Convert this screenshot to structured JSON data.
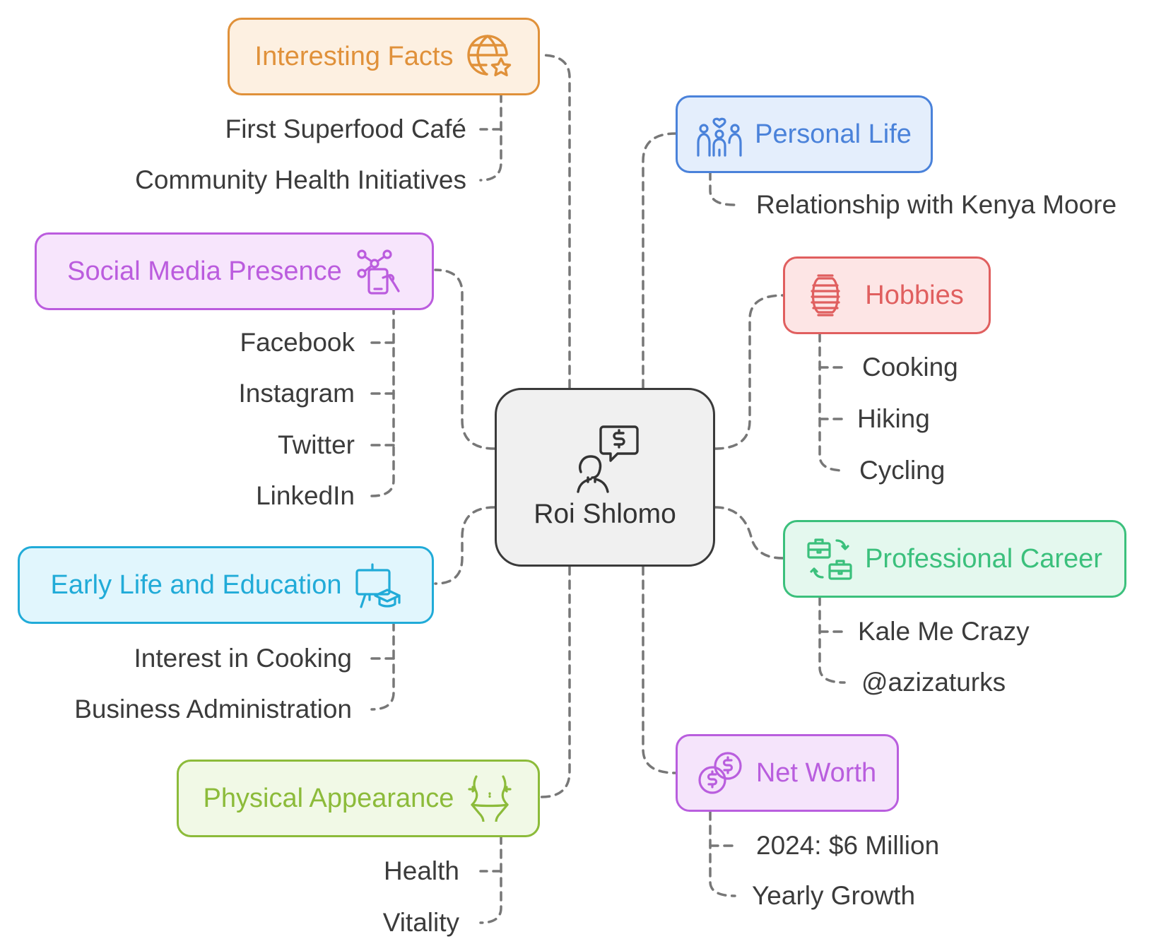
{
  "center": {
    "label": "Roi Shlomo",
    "icon": "person-money-speech-icon"
  },
  "branches": [
    {
      "id": "interesting-facts",
      "label": "Interesting Facts",
      "icon": "globe-star-icon",
      "color": "#e0913a",
      "fill": "#fdf0e1",
      "leaves": [
        "First Superfood Café",
        "Community Health Initiatives"
      ]
    },
    {
      "id": "social-media",
      "label": "Social Media Presence",
      "icon": "social-network-phone-icon",
      "color": "#bb5cde",
      "fill": "#f7e5fc",
      "leaves": [
        "Facebook",
        "Instagram",
        "Twitter",
        "LinkedIn"
      ]
    },
    {
      "id": "early-life",
      "label": "Early Life and Education",
      "icon": "graduation-board-icon",
      "color": "#21abd8",
      "fill": "#e1f6fd",
      "leaves": [
        "Interest in Cooking",
        "Business Administration"
      ]
    },
    {
      "id": "physical-appearance",
      "label": "Physical Appearance",
      "icon": "body-waist-icon",
      "color": "#8cbb3a",
      "fill": "#f1f9e6",
      "leaves": [
        "Health",
        "Vitality"
      ]
    },
    {
      "id": "personal-life",
      "label": "Personal Life",
      "icon": "family-heart-icon",
      "color": "#4a82da",
      "fill": "#e4eefc",
      "leaves": [
        "Relationship with Kenya Moore"
      ]
    },
    {
      "id": "hobbies",
      "label": "Hobbies",
      "icon": "lantern-icon",
      "color": "#e05f5f",
      "fill": "#fde5e5",
      "leaves": [
        "Cooking",
        "Hiking",
        "Cycling"
      ]
    },
    {
      "id": "professional-career",
      "label": "Professional Career",
      "icon": "briefcase-swap-icon",
      "color": "#3bc07c",
      "fill": "#e4f8ee",
      "leaves": [
        "Kale Me Crazy",
        "@azizaturks"
      ]
    },
    {
      "id": "net-worth",
      "label": "Net Worth",
      "icon": "coins-dollar-icon",
      "color": "#b95ede",
      "fill": "#f5e4fb",
      "leaves": [
        "2024: $6 Million",
        "Yearly Growth"
      ]
    }
  ]
}
